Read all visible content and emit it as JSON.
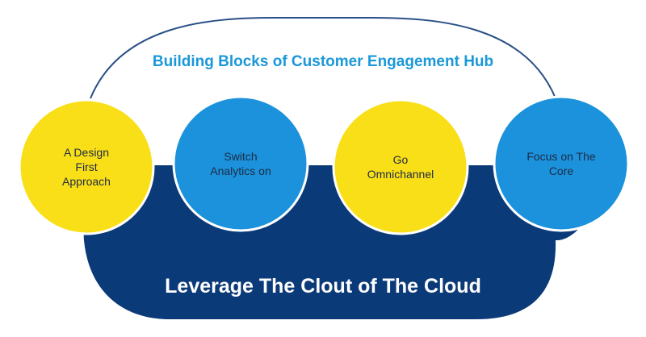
{
  "diagram": {
    "title": "Building Blocks of Customer Engagement Hub",
    "base_label": "Leverage The Clout of The Cloud",
    "blocks": [
      {
        "lines": [
          "A Design",
          "First",
          "Approach"
        ],
        "color": "#f9df17"
      },
      {
        "lines": [
          "Switch",
          "Analytics on"
        ],
        "color": "#1b92db"
      },
      {
        "lines": [
          "Go",
          "Omnichannel"
        ],
        "color": "#f9df17"
      },
      {
        "lines": [
          "Focus on The",
          "Core"
        ],
        "color": "#1b92db"
      }
    ]
  },
  "colors": {
    "title": "#1a98d9",
    "base": "#0b3a78",
    "base_text": "#ffffff",
    "circle_border": "#ffffff",
    "circle_text": "#1f2a44",
    "outline": "#2a4f87"
  }
}
